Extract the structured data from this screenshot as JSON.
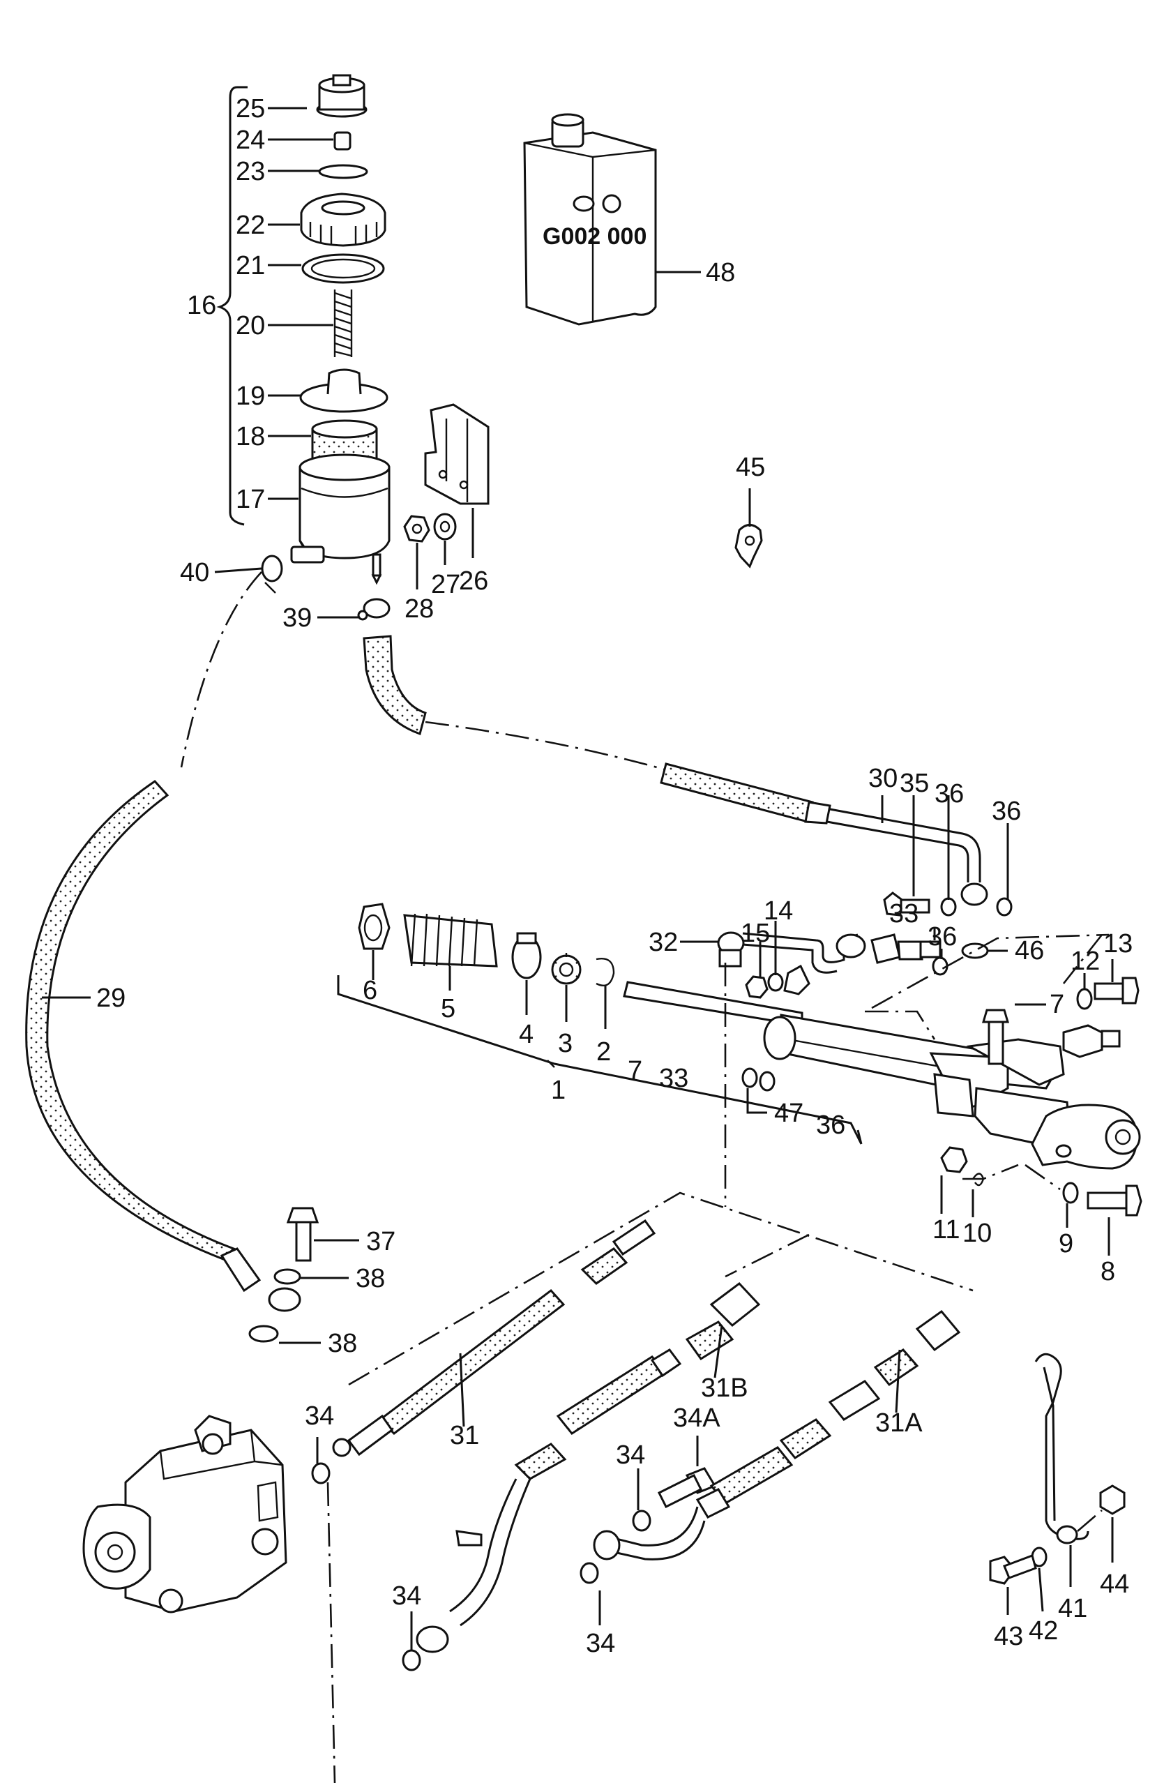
{
  "callouts": {
    "c1": "1",
    "c2": "2",
    "c3": "3",
    "c4": "4",
    "c5": "5",
    "c6": "6",
    "c7": "7",
    "c7b": "7",
    "c8": "8",
    "c9": "9",
    "c10": "10",
    "c11": "11",
    "c12": "12",
    "c13": "13",
    "c14": "14",
    "c15": "15",
    "c16": "16",
    "c17": "17",
    "c18": "18",
    "c19": "19",
    "c20": "20",
    "c21": "21",
    "c22": "22",
    "c23": "23",
    "c24": "24",
    "c25": "25",
    "c26": "26",
    "c27": "27",
    "c28": "28",
    "c29": "29",
    "c30": "30",
    "c31": "31",
    "c31A": "31A",
    "c31B": "31B",
    "c32": "32",
    "c33": "33",
    "c33b": "33",
    "c34a": "34",
    "c34b": "34",
    "c34c": "34",
    "c34d": "34",
    "c34A": "34A",
    "c35": "35",
    "c36a": "36",
    "c36b": "36",
    "c36c": "36",
    "c36d": "36",
    "c37": "37",
    "c38a": "38",
    "c38b": "38",
    "c39": "39",
    "c40": "40",
    "c41": "41",
    "c42": "42",
    "c43": "43",
    "c44": "44",
    "c45": "45",
    "c46": "46",
    "c47": "47",
    "c48": "48"
  },
  "can_label": "G002 000"
}
